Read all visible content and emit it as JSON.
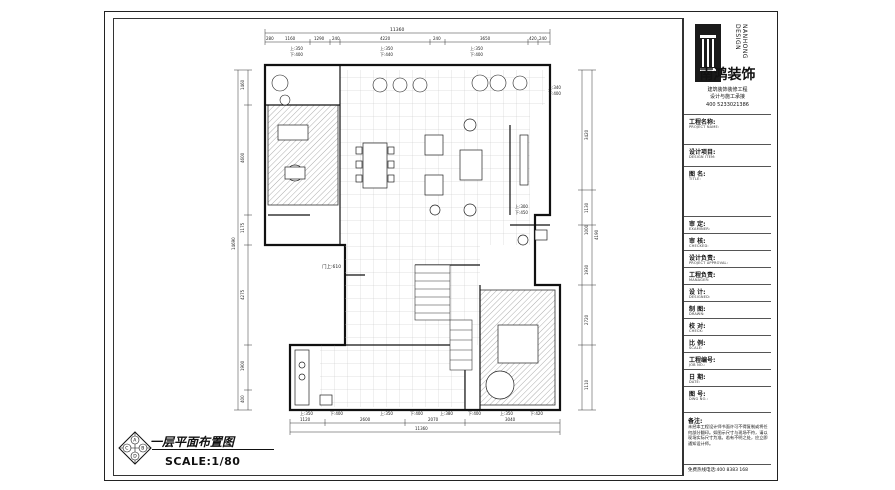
{
  "drawing": {
    "plan_title": "一层平面布置图",
    "scale": "SCALE:1/80",
    "compass_letters": [
      "A",
      "B",
      "C",
      "D"
    ],
    "dims_top_total": "11360",
    "dims_top_parts": [
      "280",
      "1160",
      "1290",
      "240",
      "4220",
      "240",
      "3650",
      "420",
      "240"
    ],
    "dims_top_heights": [
      "上:350",
      "下:400",
      "上:350",
      "下:440",
      "上:350",
      "下:400"
    ],
    "dims_left": [
      "1460",
      "4600",
      "1175",
      "4275",
      "1900",
      "400"
    ],
    "dims_left_total": "14690",
    "dims_right": [
      "3420",
      "1130",
      "1000",
      "4190",
      "1930",
      "2720",
      "1110"
    ],
    "dims_bottom": [
      "1120",
      "2600",
      "2070",
      "3040"
    ],
    "dims_bottom_total": "11360",
    "dims_bottom_heights": [
      "上:350",
      "下:400",
      "上:350",
      "下:400",
      "上:380",
      "下:400",
      "上:350",
      "下:420"
    ],
    "door_label": "门上:610",
    "side_heights": [
      "上:340",
      "下:400",
      "上:300",
      "下:450"
    ]
  },
  "titleblock": {
    "logo_vertical_text": "NANHONG DESIGN",
    "brand_name": "南鸿装饰",
    "brand_sub_1": "建筑装饰装修工程",
    "brand_sub_2": "设计与施工承接",
    "phone": "400 5233021386",
    "rows": [
      {
        "cn": "工程名称:",
        "en": "PROJECT NAME:"
      },
      {
        "cn": "设计项目:",
        "en": "DESIGN ITEM:"
      },
      {
        "cn": "图    名:",
        "en": "TITLE:"
      },
      {
        "cn": "审    定:",
        "en": "EXAMINER:"
      },
      {
        "cn": "审    核:",
        "en": "CHECKED:"
      },
      {
        "cn": "设计负责:",
        "en": "PROJECT APPROVAL:"
      },
      {
        "cn": "工程负责:",
        "en": "MANAGER:"
      },
      {
        "cn": "设    计:",
        "en": "DESIGNED:"
      },
      {
        "cn": "制    图:",
        "en": "DRAWN:"
      },
      {
        "cn": "校    对:",
        "en": "CHECK:"
      },
      {
        "cn": "比    例:",
        "en": "SCALE:"
      },
      {
        "cn": "工程编号:",
        "en": "JOB NO.:"
      },
      {
        "cn": "日    期:",
        "en": "DATE:"
      },
      {
        "cn": "图    号:",
        "en": "DWG NO.:"
      }
    ],
    "notes_title": "备注:",
    "notes": "未经本工程设计师书面许可不得复制或将任何部分翻印。如图示尺寸与现场不符，请以现场实际尺寸为准。若有不明之处，应立即通知设计师。",
    "contact": "免费热线电话:400 8383 168"
  },
  "colors": {
    "line": "#222222",
    "hatch": "#555555",
    "grid": "#bbbbbb"
  }
}
